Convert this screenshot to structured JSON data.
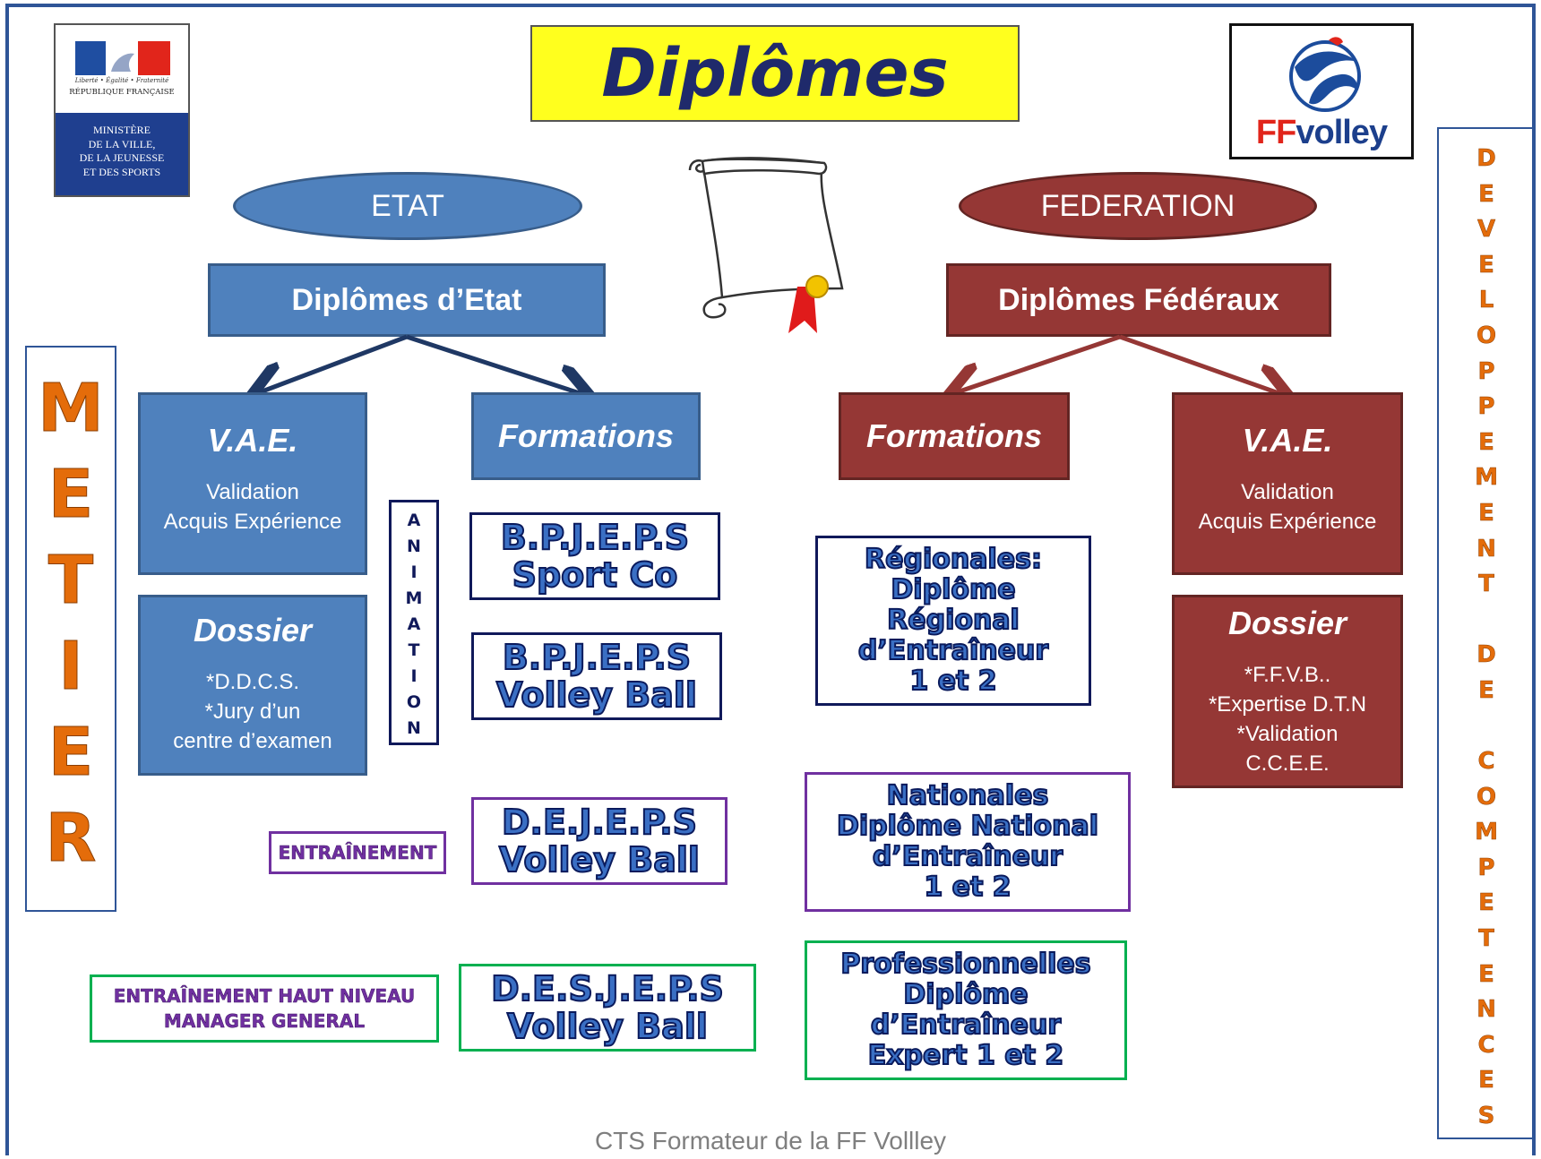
{
  "title": "Diplômes",
  "ministry": {
    "motto": "Liberté • Égalité • Fraternité",
    "republic": "RÉPUBLIQUE FRANÇAISE",
    "lines": [
      "MINISTÈRE",
      "DE LA VILLE,",
      "DE LA JEUNESSE",
      "ET DES SPORTS"
    ]
  },
  "ffvolley": {
    "ff": "FF",
    "volley": "volley"
  },
  "etat": {
    "ellipse": "ETAT",
    "header": "Diplômes d’Etat",
    "vae": {
      "title": "V.A.E.",
      "line1": "Validation",
      "line2": "Acquis Expérience"
    },
    "formations": "Formations",
    "dossier": {
      "title": "Dossier",
      "line1": "*D.D.C.S.",
      "line2": "*Jury d’un",
      "line3": "centre d’examen"
    },
    "bpjeps_sport": {
      "line1": "B.P.J.E.P.S",
      "line2": "Sport Co"
    },
    "bpjeps_volley": {
      "line1": "B.P.J.E.P.S",
      "line2": "Volley Ball"
    },
    "dejeps": {
      "line1": "D.E.J.E.P.S",
      "line2": "Volley Ball"
    },
    "desjeps": {
      "line1": "D.E.S.J.E.P.S",
      "line2": "Volley Ball"
    }
  },
  "federation": {
    "ellipse": "FEDERATION",
    "header": "Diplômes Fédéraux",
    "formations": "Formations",
    "vae": {
      "title": "V.A.E.",
      "line1": "Validation",
      "line2": "Acquis Expérience"
    },
    "dossier": {
      "title": "Dossier",
      "line1": "*F.F.V.B..",
      "line2": "*Expertise D.T.N",
      "line3": "*Validation",
      "line4": "C.C.E.E."
    },
    "regionales": {
      "line1": "Régionales:",
      "line2": "Diplôme",
      "line3": "Régional",
      "line4": "d’Entraîneur",
      "line5": "1 et 2"
    },
    "nationales": {
      "line1": "Nationales",
      "line2": "Diplôme National",
      "line3": "d’Entraîneur",
      "line4": "1 et 2"
    },
    "professionnelles": {
      "line1": "Professionnelles",
      "line2": "Diplôme",
      "line3": "d’Entraîneur",
      "line4": "Expert 1 et 2"
    }
  },
  "labels": {
    "animation": "ANIMATION",
    "entrainement": "ENTRAÎNEMENT",
    "haut_niveau_line1": "ENTRAÎNEMENT HAUT NIVEAU",
    "haut_niveau_line2": "MANAGER GENERAL"
  },
  "side": {
    "metier": "METIER",
    "developpement": [
      "D",
      "E",
      "V",
      "E",
      "L",
      "O",
      "P",
      "P",
      "E",
      "M",
      "E",
      "N",
      "T",
      " ",
      "D",
      "E",
      " ",
      "C",
      "O",
      "M",
      "P",
      "E",
      "T",
      "E",
      "N",
      "C",
      "E",
      "S"
    ]
  },
  "colors": {
    "etat_blue": "#4f81bd",
    "federation_red": "#953735",
    "title_yellow": "#ffff1e",
    "side_orange": "#e46c0a"
  },
  "footer": "CTS Formateur de la FF Vollley"
}
